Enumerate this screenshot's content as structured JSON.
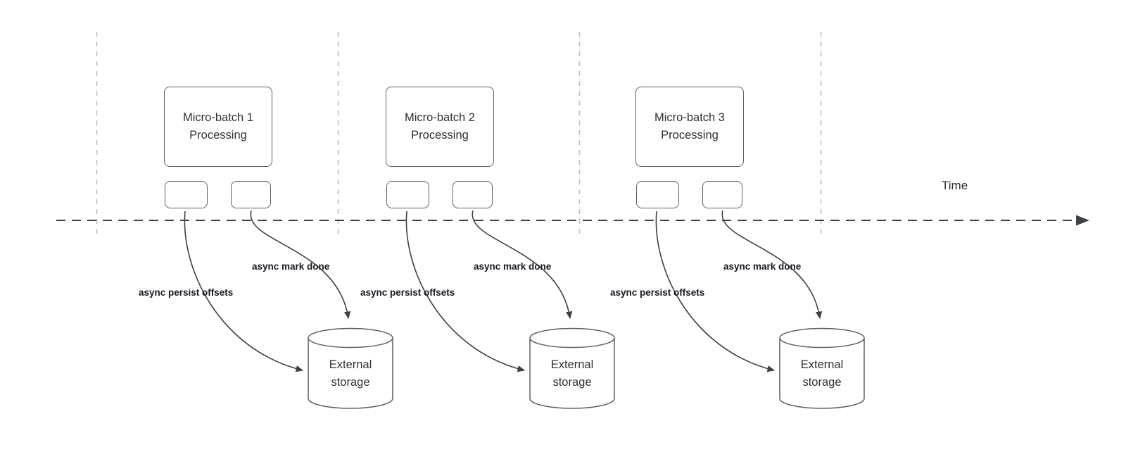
{
  "timeline": {
    "time_label": "Time"
  },
  "groups": [
    {
      "title": "Micro-batch 1\nProcessing",
      "persist_label": "async persist offsets",
      "done_label": "async mark done",
      "storage_label": "External\nstorage"
    },
    {
      "title": "Micro-batch 2\nProcessing",
      "persist_label": "async persist offsets",
      "done_label": "async mark done",
      "storage_label": "External\nstorage"
    },
    {
      "title": "Micro-batch 3\nProcessing",
      "persist_label": "async persist offsets",
      "done_label": "async mark done",
      "storage_label": "External\nstorage"
    }
  ]
}
